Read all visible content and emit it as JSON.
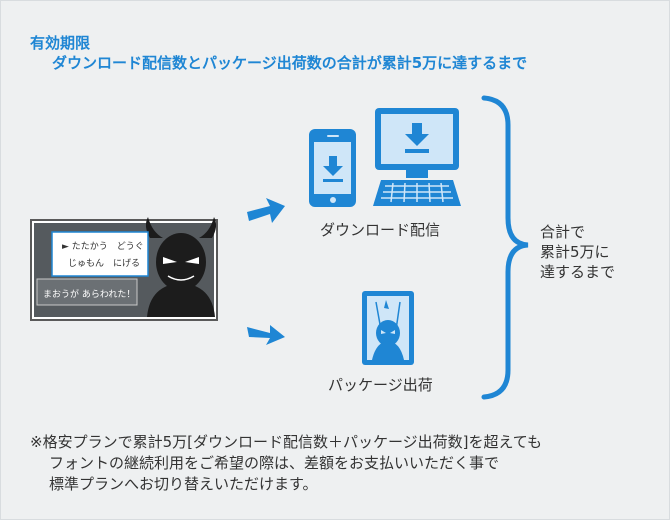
{
  "heading": "有効期限",
  "subheading": "ダウンロード配信数とパッケージ出荷数の合計が累計5万に達するまで",
  "game_screen": {
    "menu_row1": "► たたかう　どうぐ",
    "menu_row2": "じゅもん　にげる",
    "message": "まおうが あらわれた！"
  },
  "download_label": "ダウンロード配信",
  "package_label": "パッケージ出荷",
  "total_lines": [
    "合計で",
    "累計5万に",
    "達するまで"
  ],
  "note_lines": [
    "※格安プランで累計5万[ダウンロード配信数＋パッケージ出荷数]を超えても",
    "フォントの継続利用をご希望の際は、差額をお支払いいただく事で",
    "標準プランへお切り替えいただけます。"
  ],
  "colors": {
    "accent": "#1f86d4",
    "panel": "#eef0f1",
    "text": "#333333"
  },
  "icons": [
    "smartphone-icon",
    "desktop-computer-icon",
    "keyboard-icon",
    "download-arrow-icon",
    "game-package-icon",
    "demon-icon",
    "arrow-right-icon",
    "curly-brace-icon"
  ]
}
